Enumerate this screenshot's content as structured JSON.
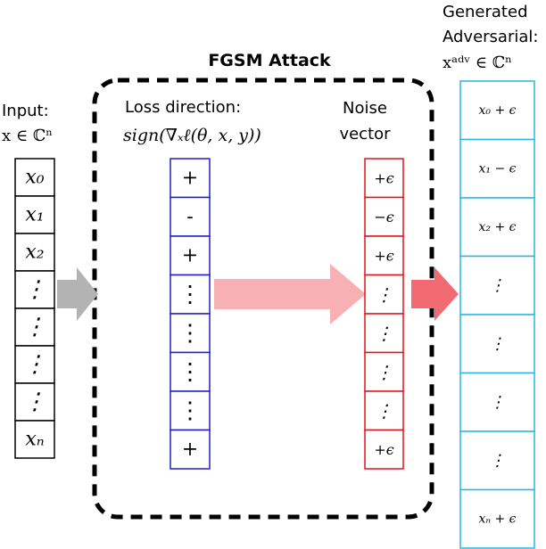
{
  "title": "FGSM Attack",
  "input": {
    "label_line1": "Input:",
    "label_line2": "x ∈ ℂⁿ",
    "cells": [
      "x₀",
      "x₁",
      "x₂",
      "⋮",
      "⋮",
      "⋮",
      "⋮",
      "xₙ"
    ]
  },
  "loss": {
    "label_line1": "Loss direction:",
    "label_line2": "sign(∇ₓℓ(θ, x, y))",
    "cells": [
      "+",
      "-",
      "+",
      "⋮",
      "⋮",
      "⋮",
      "⋮",
      "+"
    ]
  },
  "noise": {
    "label_line1": "Noise",
    "label_line2": "vector",
    "cells": [
      "+ϵ",
      "−ϵ",
      "+ϵ",
      "⋮",
      "⋮",
      "⋮",
      "⋮",
      "+ϵ"
    ]
  },
  "output": {
    "label_line1": "Generated",
    "label_line2": "Adversarial:",
    "label_line3": "xᵃᵈᵛ ∈ ℂⁿ",
    "cells": [
      "x₀ + ϵ",
      "x₁ − ϵ",
      "x₂ + ϵ",
      "⋮",
      "⋮",
      "⋮",
      "⋮",
      "xₙ + ϵ"
    ]
  },
  "colors": {
    "input_border": "#000000",
    "loss_border": "#1f1fc8",
    "noise_border": "#e0141a",
    "output_border": "#29b6e6",
    "arrow_gray": "#b3b3b3",
    "arrow_pink": "#f7b1b4",
    "arrow_red": "#f26b72"
  }
}
